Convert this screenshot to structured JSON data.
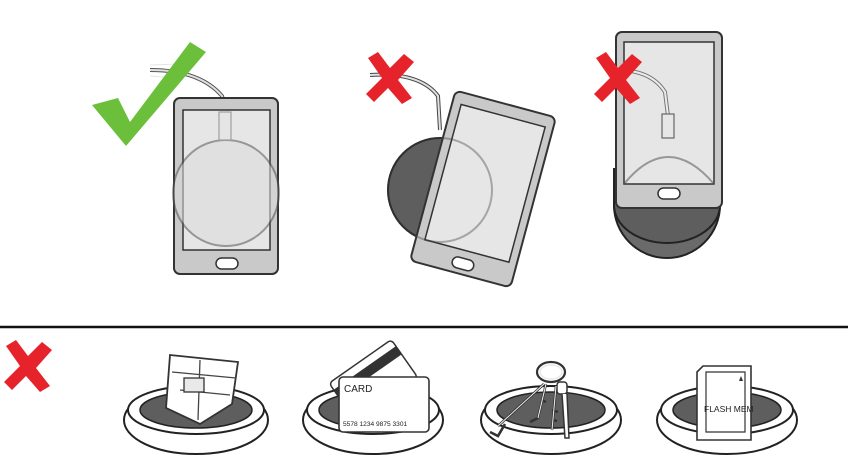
{
  "colors": {
    "correct": "#6cbf3b",
    "incorrect": "#e6232b",
    "phone_body": "#c9c9c9",
    "phone_screen": "#e6e6e6",
    "charger_pad": "#5e5e5e",
    "divider": "#111111"
  },
  "placements": [
    {
      "id": "centered",
      "status": "correct",
      "icon": "checkmark-icon"
    },
    {
      "id": "tilted",
      "status": "incorrect",
      "icon": "x-mark-icon"
    },
    {
      "id": "offset-top",
      "status": "incorrect",
      "icon": "x-mark-icon"
    }
  ],
  "foreign_objects": {
    "status": "incorrect",
    "icon": "x-mark-icon",
    "items": [
      {
        "id": "watch-band",
        "icon": "watch-band-icon"
      },
      {
        "id": "card",
        "icon": "card-icon",
        "card_title": "CARD",
        "card_number": "5578 1234 9875 3301"
      },
      {
        "id": "keys",
        "icon": "keys-icon"
      },
      {
        "id": "flash-card",
        "icon": "sd-card-icon",
        "label": "FLASH MEM"
      }
    ]
  }
}
